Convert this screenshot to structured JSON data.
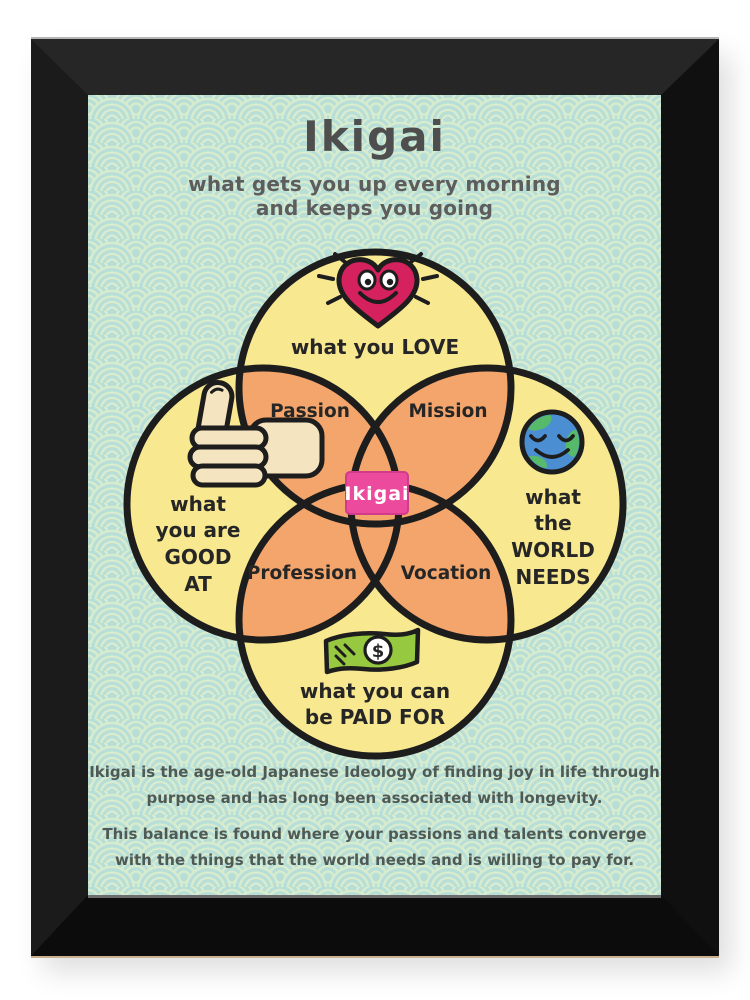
{
  "poster": {
    "title": "Ikigai",
    "subtitle_line1": "what gets you up every morning",
    "subtitle_line2": "and keeps you going",
    "diagram": {
      "colors": {
        "poster_bg": "#b7dfd8",
        "pattern_arc": "#d9ecce",
        "circle_fill": "#f8e88f",
        "overlap_fill": "#f3a56c",
        "outline": "#1d1d1d",
        "badge_fill": "#ec4a9c",
        "badge_text": "#ffffff",
        "label_text": "#262626",
        "heart": "#d5215d",
        "earth_blue": "#4b8fd2",
        "earth_green": "#57b96a",
        "money_green": "#96c93f",
        "hand_cream": "#f5e4c0"
      },
      "center_label": "Ikigai",
      "love": {
        "icon": "heart-icon",
        "line1": "what you LOVE"
      },
      "good_at": {
        "icon": "thumbs-up-icon",
        "line1": "what",
        "line2": "you are",
        "line3": "GOOD",
        "line4": "AT"
      },
      "world_needs": {
        "icon": "earth-icon",
        "line1": "what",
        "line2": "the",
        "line3": "WORLD",
        "line4": "NEEDS"
      },
      "paid_for": {
        "icon": "money-icon",
        "line1": "what you can",
        "line2": "be PAID FOR",
        "dollar_symbol": "$"
      },
      "overlaps": {
        "passion": "Passion",
        "mission": "Mission",
        "profession": "Profession",
        "vocation": "Vocation"
      }
    },
    "footer": {
      "para1_line1": "Ikigai is the age-old Japanese Ideology of finding joy in life through",
      "para1_line2": "purpose and has long been associated with longevity.",
      "para2_line1": "This balance is found where your passions and talents converge",
      "para2_line2": "with the things that the world needs and is willing to pay for."
    }
  }
}
